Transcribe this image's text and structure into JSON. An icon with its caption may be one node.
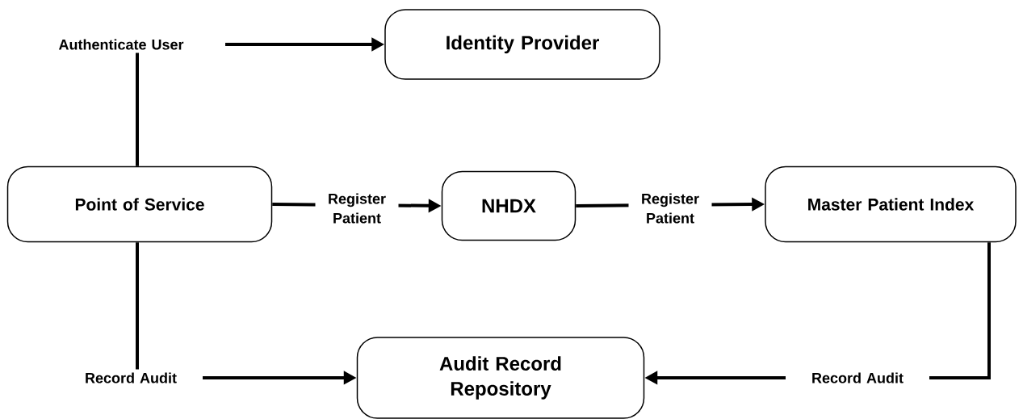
{
  "diagram": {
    "nodes": [
      {
        "text": [
          "Identity Provider"
        ]
      },
      {
        "text": [
          "Point of Service"
        ]
      },
      {
        "text": [
          "NHDX"
        ]
      },
      {
        "text": [
          "Master Patient Index"
        ]
      },
      {
        "text": [
          "Audit Record Repository"
        ]
      }
    ],
    "edges": [
      {
        "from": 1,
        "to": 0,
        "arrow": "to",
        "label": "Authenticate User"
      },
      {
        "from": 1,
        "to": 2,
        "arrow": "to",
        "label": "Register Patient"
      },
      {
        "from": 2,
        "to": 3,
        "arrow": "to",
        "label": "Register Patient"
      },
      {
        "from": 1,
        "to": 4,
        "arrow": "to",
        "label": "Record Audit"
      },
      {
        "from": 3,
        "to": 4,
        "arrow": "to",
        "label": "Record Audit"
      }
    ]
  }
}
